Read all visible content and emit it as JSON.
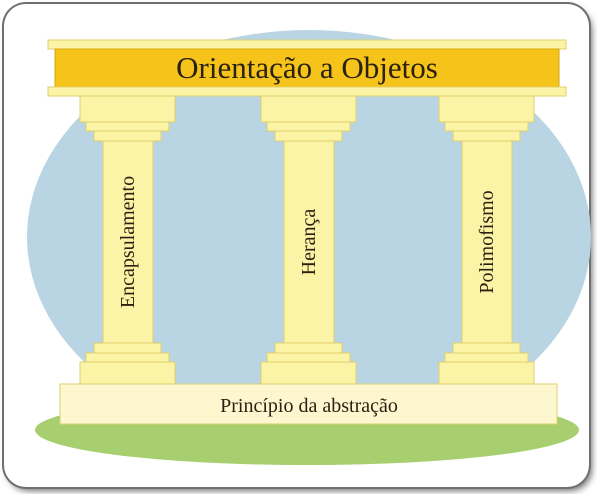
{
  "diagram": {
    "roof_label": "Orientação a Objetos",
    "pillars": [
      {
        "label": "Encapsulamento"
      },
      {
        "label": "Herança"
      },
      {
        "label": "Polimofismo"
      }
    ],
    "base_label": "Princípio da abstração"
  },
  "colors": {
    "sky": "#b9d5e4",
    "ground": "#a7cf6f",
    "roof": "#f5c319",
    "pillar": "#fbf3a6",
    "pillar_stroke": "#e0cf6c",
    "base": "#fcf7cf"
  }
}
